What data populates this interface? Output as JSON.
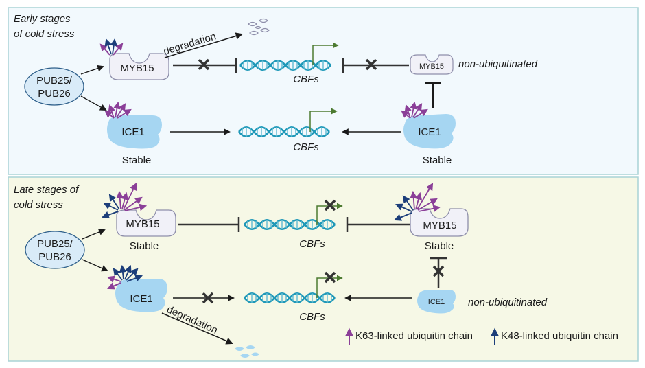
{
  "panels": {
    "early": {
      "title_line1": "Early stages",
      "title_line2": "of cold stress",
      "pub_line1": "PUB25/",
      "pub_line2": "PUB26",
      "degradation": "degradation",
      "myb15": "MYB15",
      "myb15_right": "MYB15",
      "non_ubiquitinated": "non-ubiquitinated",
      "ice1": "ICE1",
      "ice1_right": "ICE1",
      "stable_left": "Stable",
      "stable_right": "Stable",
      "cbfs_top": "CBFs",
      "cbfs_bottom": "CBFs"
    },
    "late": {
      "title_line1": "Late stages of",
      "title_line2": "cold stress",
      "pub_line1": "PUB25/",
      "pub_line2": "PUB26",
      "myb15": "MYB15",
      "stable_left": "Stable",
      "myb15_right": "MYB15",
      "stable_right": "Stable",
      "ice1": "ICE1",
      "degradation": "degradation",
      "ice1_right": "ICE1",
      "non_ubiquitinated": "non-ubiquitinated",
      "cbfs_top": "CBFs",
      "cbfs_bottom": "CBFs"
    }
  },
  "legend": {
    "k63": "K63-linked ubiquitin chain",
    "k48": "K48-linked ubiquitin chain"
  },
  "colors": {
    "early_bg": "#f2f9fd",
    "late_bg": "#f6f8e6",
    "panel_border": "#a9d3d6",
    "protein_blue": "#a6d6f2",
    "myb_fill": "#f1f1f8",
    "pub_fill": "#d9ebf8",
    "dna": "#1f98b8",
    "arrow_green": "#4c7a30",
    "k63": "#8b3f98",
    "k48": "#1c3e7a",
    "block": "#333333"
  }
}
